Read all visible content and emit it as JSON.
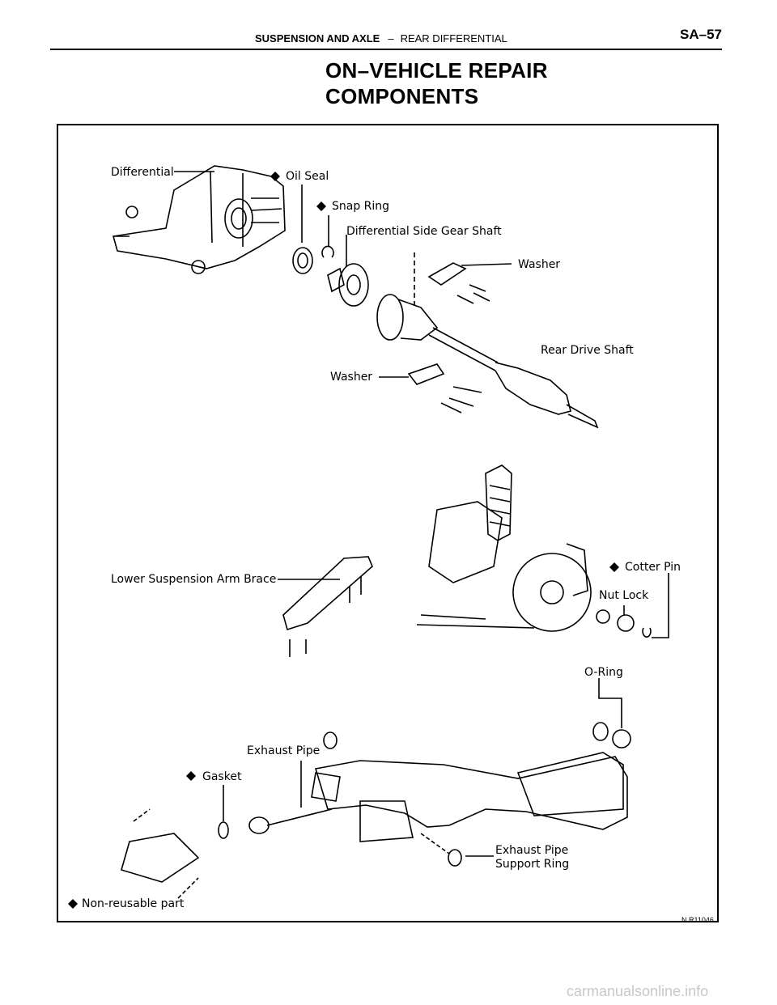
{
  "header": {
    "section": "SUSPENSION AND AXLE",
    "separator": "–",
    "subsection": "REAR DIFFERENTIAL",
    "page_number": "SA–57"
  },
  "title": {
    "line1": "ON–VEHICLE REPAIR",
    "line2": "COMPONENTS"
  },
  "figure": {
    "labels": {
      "differential": "Differential",
      "oil_seal": "Oil Seal",
      "snap_ring": "Snap Ring",
      "side_gear_shaft": "Differential Side Gear Shaft",
      "washer_upper": "Washer",
      "rear_drive_shaft": "Rear Drive Shaft",
      "washer_lower": "Washer",
      "lower_arm_brace": "Lower Suspension Arm Brace",
      "cotter_pin": "Cotter Pin",
      "nut_lock": "Nut Lock",
      "o_ring": "O-Ring",
      "exhaust_pipe": "Exhaust Pipe",
      "gasket": "Gasket",
      "support_ring_line1": "Exhaust Pipe",
      "support_ring_line2": "Support Ring",
      "non_reusable": "Non-reusable part"
    },
    "marker_icon": "diamond-icon",
    "ref_letter": "N",
    "ref_code": "R11046"
  },
  "footer": {
    "watermark": "carmanualsonline.info"
  }
}
